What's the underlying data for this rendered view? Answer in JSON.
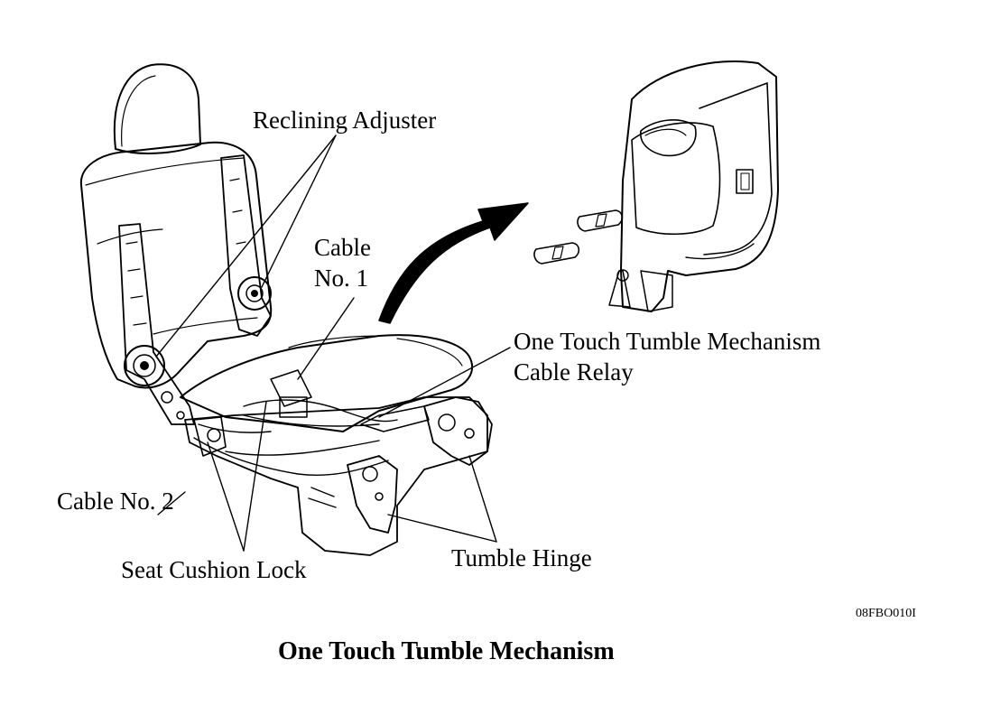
{
  "labels": {
    "reclining_adjuster": "Reclining Adjuster",
    "cable_no1_line1": "Cable",
    "cable_no1_line2": "No. 1",
    "tumble_mechanism_line1": "One Touch Tumble Mechanism",
    "tumble_mechanism_line2": "Cable Relay",
    "cable_no2": "Cable No. 2",
    "seat_cushion_lock": "Seat Cushion Lock",
    "tumble_hinge": "Tumble Hinge"
  },
  "figure_code": "08FBO010I",
  "caption": "One Touch Tumble Mechanism"
}
